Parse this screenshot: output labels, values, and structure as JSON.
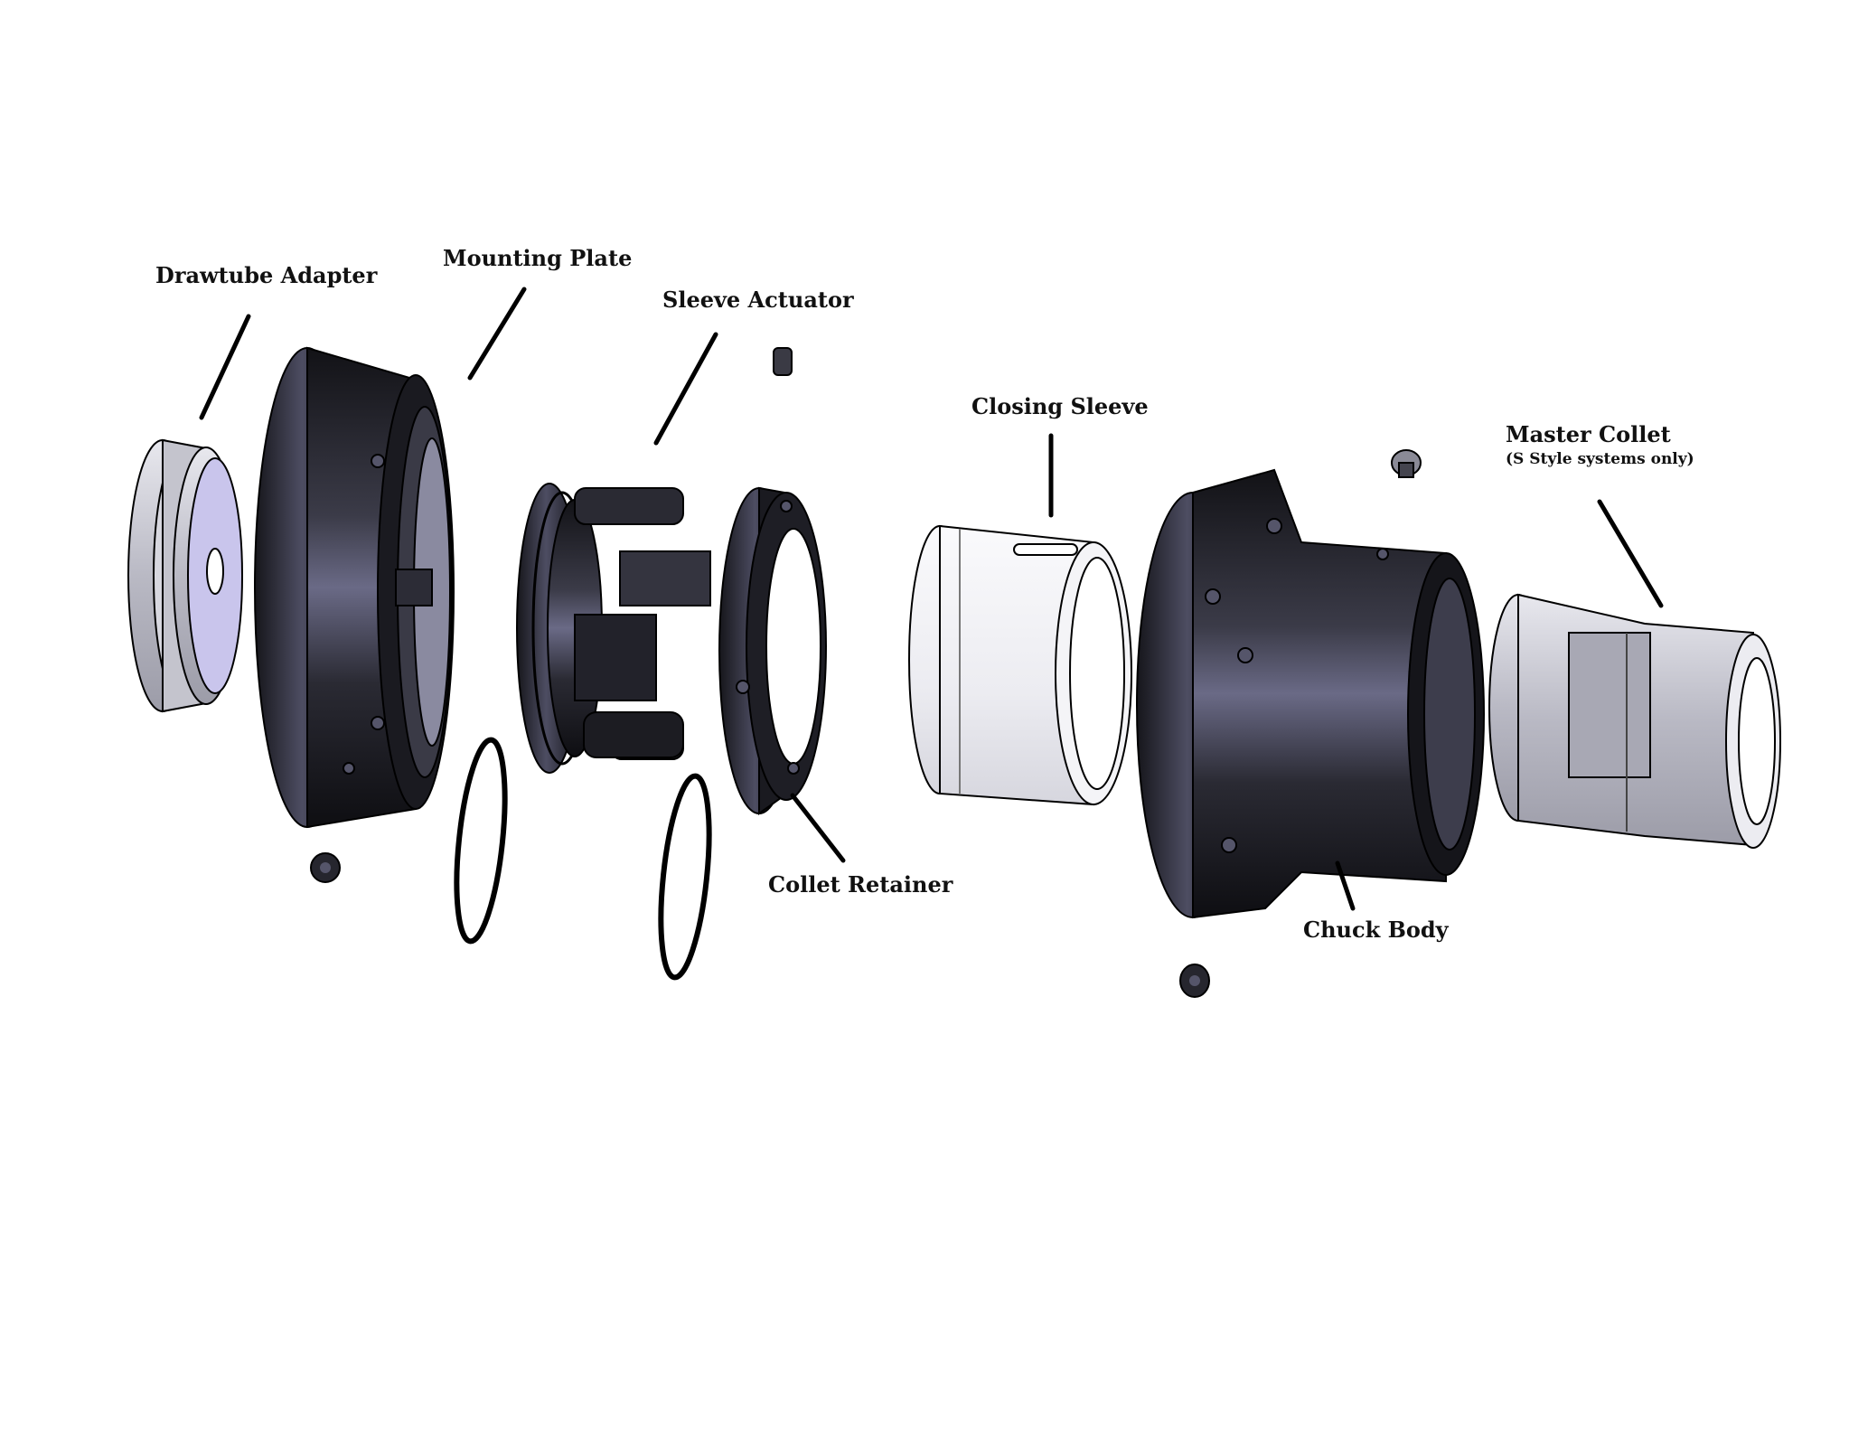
{
  "labels": {
    "drawtube_adapter": "Drawtube Adapter",
    "mounting_plate": "Mounting Plate",
    "sleeve_actuator": "Sleeve Actuator",
    "closing_sleeve": "Closing Sleeve",
    "master_collet": "Master Collet",
    "master_collet_note": "(S Style systems only)",
    "collet_retainer": "Collet Retainer",
    "chuck_body": "Chuck Body"
  },
  "colors": {
    "dark_part": "#1c1c22",
    "dark_highlight": "#5a5a72",
    "light_part": "#c9c9d2",
    "white_part": "#eeeef2",
    "lavender": "#c7c3ea",
    "outline": "#000000"
  }
}
